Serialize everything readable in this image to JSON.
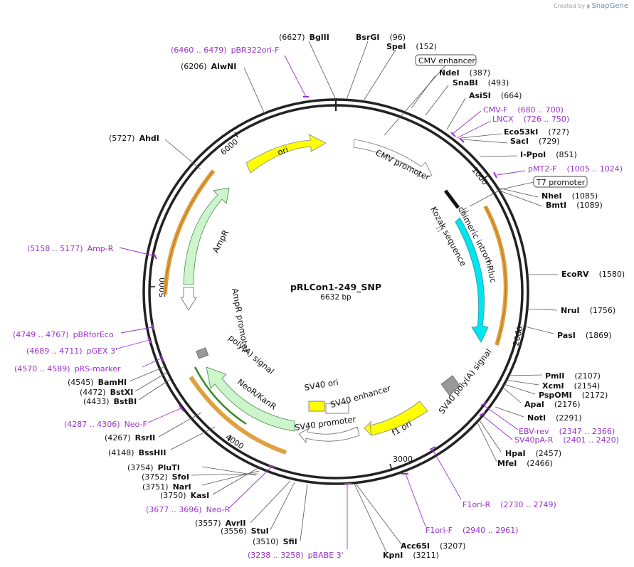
{
  "brand": {
    "created_by": "Created by",
    "name": "SnapGene"
  },
  "plasmid": {
    "name": "pRLCon1-249_SNP",
    "length_label": "6632 bp"
  },
  "ticks": [
    "1000",
    "2000",
    "3000",
    "4000",
    "5000",
    "6000"
  ],
  "sites": [
    {
      "pos": "(6627)",
      "name": "BglII"
    },
    {
      "pos": "(96)",
      "name": "BsrGI"
    },
    {
      "pos": "(152)",
      "name": "SpeI"
    },
    {
      "pos": "(387)",
      "name": "NdeI"
    },
    {
      "pos": "(493)",
      "name": "SnaBI"
    },
    {
      "pos": "(664)",
      "name": "AsiSI"
    },
    {
      "pos": "(727)",
      "name": "Eco53kI"
    },
    {
      "pos": "(729)",
      "name": "SacI"
    },
    {
      "pos": "(851)",
      "name": "I-PpoI"
    },
    {
      "pos": "(1085)",
      "name": "NheI"
    },
    {
      "pos": "(1089)",
      "name": "BmtI"
    },
    {
      "pos": "(1580)",
      "name": "EcoRV"
    },
    {
      "pos": "(1756)",
      "name": "NruI"
    },
    {
      "pos": "(1869)",
      "name": "PasI"
    },
    {
      "pos": "(2107)",
      "name": "PmlI"
    },
    {
      "pos": "(2154)",
      "name": "XcmI"
    },
    {
      "pos": "(2172)",
      "name": "PspOMI"
    },
    {
      "pos": "(2176)",
      "name": "ApaI"
    },
    {
      "pos": "(2291)",
      "name": "NotI"
    },
    {
      "pos": "(2457)",
      "name": "HpaI"
    },
    {
      "pos": "(2466)",
      "name": "MfeI"
    },
    {
      "pos": "(3207)",
      "name": "Acc65I"
    },
    {
      "pos": "(3211)",
      "name": "KpnI"
    },
    {
      "pos": "(3510)",
      "name": "SfiI"
    },
    {
      "pos": "(3556)",
      "name": "StuI"
    },
    {
      "pos": "(3557)",
      "name": "AvrII"
    },
    {
      "pos": "(3750)",
      "name": "KasI"
    },
    {
      "pos": "(3751)",
      "name": "NarI"
    },
    {
      "pos": "(3752)",
      "name": "SfoI"
    },
    {
      "pos": "(3754)",
      "name": "PluTI"
    },
    {
      "pos": "(4148)",
      "name": "BssHII"
    },
    {
      "pos": "(4267)",
      "name": "RsrII"
    },
    {
      "pos": "(4433)",
      "name": "BstBI"
    },
    {
      "pos": "(4472)",
      "name": "BstXI"
    },
    {
      "pos": "(4545)",
      "name": "BamHI"
    },
    {
      "pos": "(5727)",
      "name": "AhdI"
    },
    {
      "pos": "(6206)",
      "name": "AlwNI"
    }
  ],
  "primers": [
    {
      "range": "(6460 .. 6479)",
      "name": "pBR322ori-F"
    },
    {
      "range": "(680 .. 700)",
      "name": "CMV-F"
    },
    {
      "range": "(726 .. 750)",
      "name": "LNCX"
    },
    {
      "range": "(1005 .. 1024)",
      "name": "pMT2-F"
    },
    {
      "range": "(2347 .. 2366)",
      "name": "EBV-rev"
    },
    {
      "range": "(2401 .. 2420)",
      "name": "SV40pA-R"
    },
    {
      "range": "(2730 .. 2749)",
      "name": "F1ori-R"
    },
    {
      "range": "(2940 .. 2961)",
      "name": "F1ori-F"
    },
    {
      "range": "(3238 .. 3258)",
      "name": "pBABE 3'"
    },
    {
      "range": "(3677 .. 3696)",
      "name": "Neo-R"
    },
    {
      "range": "(4287 .. 4306)",
      "name": "Neo-F"
    },
    {
      "range": "(4570 .. 4589)",
      "name": "pRS-marker"
    },
    {
      "range": "(4689 .. 4711)",
      "name": "pGEX 3'"
    },
    {
      "range": "(4749 .. 4767)",
      "name": "pBRforEco"
    },
    {
      "range": "(5158 .. 5177)",
      "name": "Amp-R"
    }
  ],
  "features": {
    "cmv_enhancer": "CMV enhancer",
    "t7_promoter": "T7 promoter",
    "ori": "ori",
    "cmv_promoter": "CMV promoter",
    "chimeric_intron": "chimeric intron",
    "kozak": "Kozak sequence",
    "hrluc": "hRluc",
    "sv40_polya": "SV40 poly(A) signal",
    "f1_ori": "f1 ori",
    "sv40_ori": "SV40 ori",
    "sv40_enhancer": "SV40 enhancer",
    "sv40_promoter": "SV40 promoter",
    "polya_signal": "poly(A) signal",
    "neo_kan": "NeoR/KanR",
    "ampr": "AmpR",
    "ampr_promoter": "AmpR promoter"
  },
  "colors": {
    "backbone": "#222222",
    "ori": "#ffff00",
    "cmv_promoter": "#ffffff",
    "hrluc": "#00e5ee",
    "orf_band": "#e0a040",
    "f1_ori": "#ffff00",
    "sv40_ori": "#ffff00",
    "neo_kan": "#ccf5cc",
    "ampr": "#ccf5cc",
    "polya": "#999999",
    "primer": "#9a32c8"
  }
}
